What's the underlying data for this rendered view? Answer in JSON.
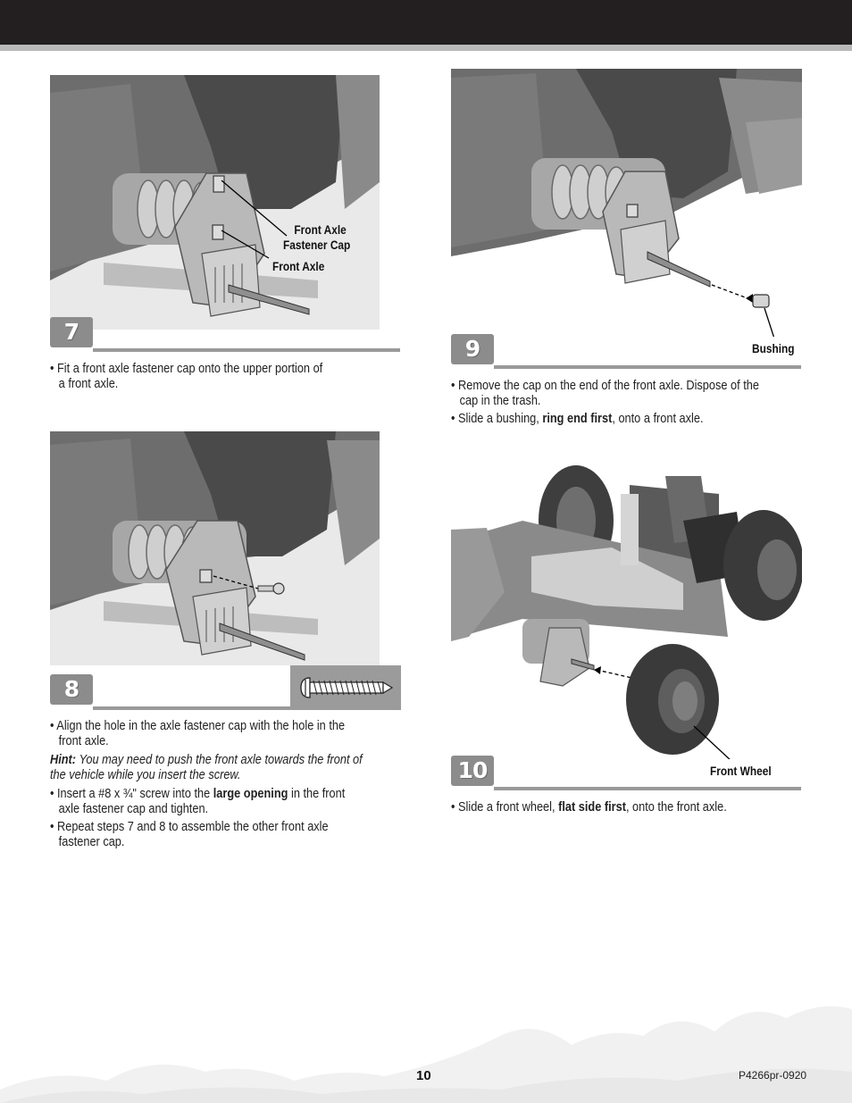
{
  "steps": [
    {
      "number": "7",
      "callouts": {
        "cap_line1": "Front Axle",
        "cap_line2": "Fastener Cap",
        "axle": "Front Axle"
      },
      "lines": [
        "• Fit a front axle fastener cap onto the upper portion of",
        "a front axle."
      ]
    },
    {
      "number": "8",
      "lines": [
        "• Align the hole in the axle fastener cap with the hole in the",
        "front axle."
      ],
      "hint_label": "Hint:",
      "hint_lines": [
        "You may need to push the front axle towards the front of",
        "the vehicle while you insert the screw."
      ],
      "bullet2": {
        "pre": "• Insert a #8 x ¾\" screw into the ",
        "bold": "large opening",
        "post": " in the front",
        "line2": "axle fastener cap and tighten."
      },
      "bullet3": [
        "• Repeat steps 7 and 8 to assemble the other front axle",
        "fastener cap."
      ]
    },
    {
      "number": "9",
      "callouts": {
        "bushing": "Bushing"
      },
      "bullet1": [
        "• Remove the cap on the end of the front axle. Dispose of the",
        "cap in the trash."
      ],
      "bullet2": {
        "pre": "• Slide a bushing, ",
        "bold": "ring end first",
        "post": ", onto a front axle."
      }
    },
    {
      "number": "10",
      "callouts": {
        "wheel": "Front Wheel"
      },
      "bullet1": {
        "pre": "• Slide a front wheel, ",
        "bold": "flat side first",
        "post": ", onto the front axle."
      }
    }
  ],
  "footer": {
    "page_number": "10",
    "product_code": "P4266pr-0920"
  }
}
